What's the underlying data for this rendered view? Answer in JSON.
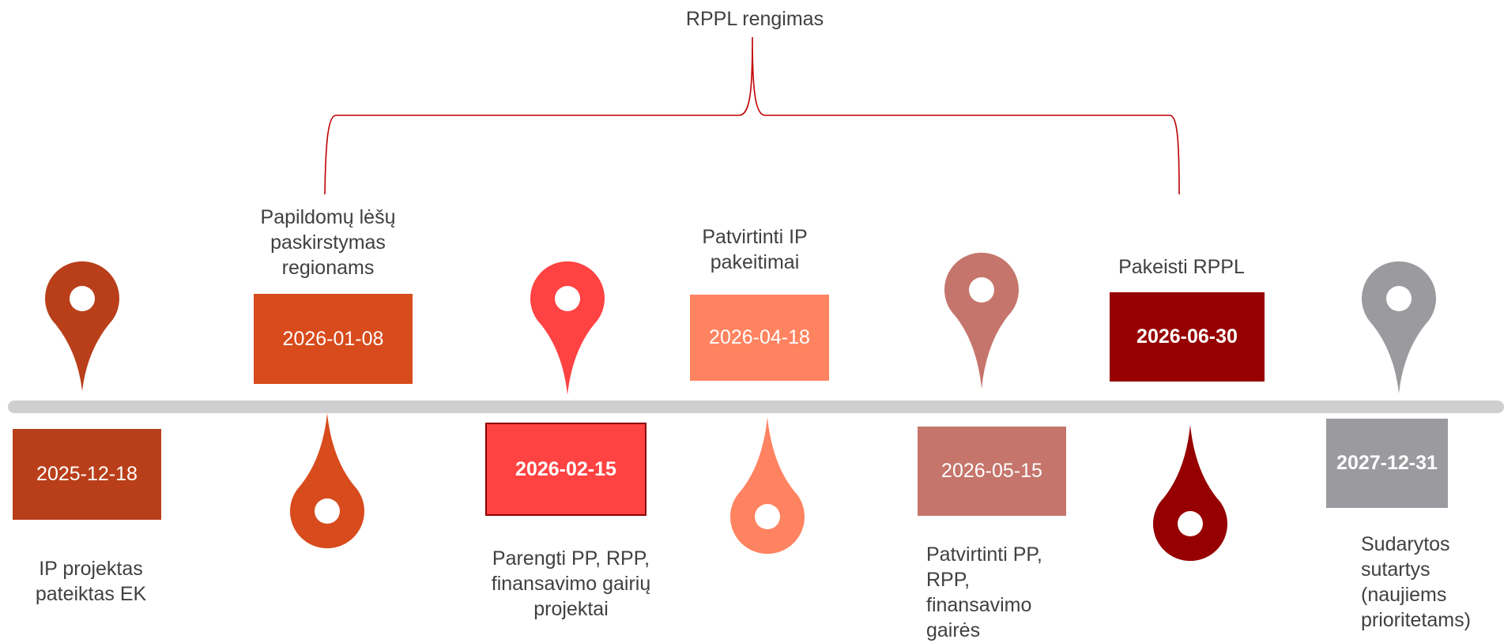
{
  "phase": {
    "title": "RPPL rengimas"
  },
  "milestones": [
    {
      "date": "2025-12-18",
      "label": "IP projektas pateiktas EK",
      "color": "#B93F1A",
      "bold": false
    },
    {
      "date": "2026-01-08",
      "label": "Papildomų lėšų paskirstymas regionams",
      "color": "#D84B1C",
      "bold": false
    },
    {
      "date": "2026-02-15",
      "label": "Parengti PP, RPP, finansavimo gairių projektai",
      "color": "#FF4242",
      "bold": true
    },
    {
      "date": "2026-04-18",
      "label": "Patvirtinti IP pakeitimai",
      "color": "#FF8360",
      "bold": false
    },
    {
      "date": "2026-05-15",
      "label": "Patvirtinti PP, RPP, finansavimo gairės",
      "color": "#C5756B",
      "bold": false
    },
    {
      "date": "2026-06-30",
      "label": "Pakeisti RPPL",
      "color": "#960000",
      "bold": true
    },
    {
      "date": "2027-12-31",
      "label": "Sudarytos sutartys (naujiems prioritetams)",
      "color": "#9B9B9F",
      "bold": true
    }
  ]
}
